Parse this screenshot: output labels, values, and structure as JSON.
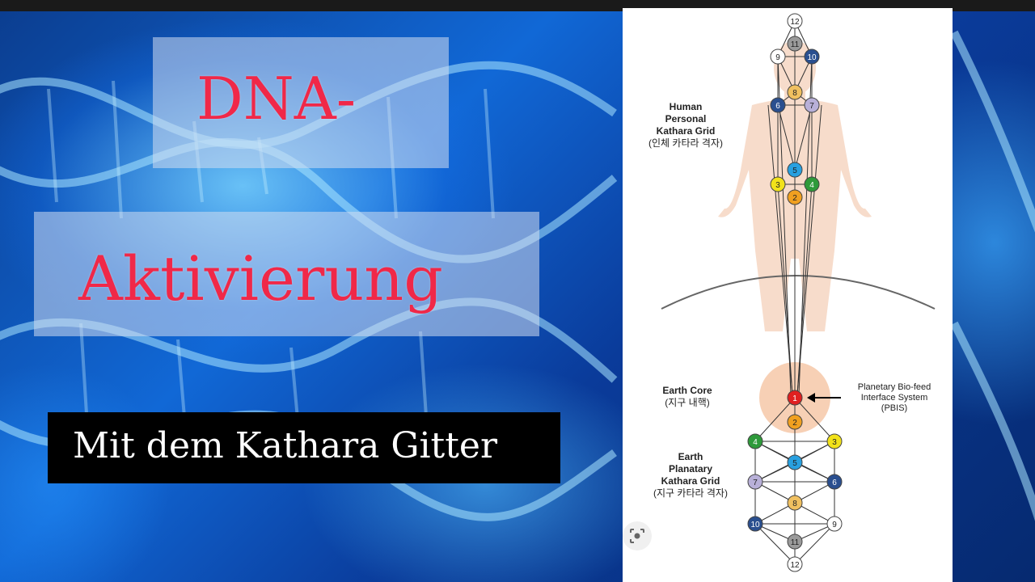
{
  "title": {
    "line1": "DNA-",
    "line2": "Aktivierung",
    "subtitle": "Mit  dem Kathara Gitter"
  },
  "diagram": {
    "human_grid_label": [
      "Human",
      "Personal",
      "Kathara Grid"
    ],
    "human_grid_label_ko": "(인체 카타라 격자)",
    "earth_core_label": "Earth Core",
    "earth_core_label_ko": "(지구 내핵)",
    "pbis_label": [
      "Planetary Bio-feed",
      "Interface System",
      "(PBIS)"
    ],
    "earth_grid_label": [
      "Earth",
      "Planatary",
      "Kathara Grid"
    ],
    "earth_grid_label_ko": "(지구 카타라 격자)",
    "human_nodes": [
      "12",
      "11",
      "9",
      "10",
      "8",
      "6",
      "7",
      "5",
      "3",
      "4",
      "2"
    ],
    "earth_nodes": [
      "1",
      "2",
      "4",
      "3",
      "5",
      "7",
      "6",
      "8",
      "10",
      "9",
      "11",
      "12"
    ]
  },
  "colors": {
    "title_red": "#f02848",
    "node_yellow": "#f2e21a",
    "node_green": "#2e9a3a",
    "node_orange": "#f0a020",
    "node_blue": "#28a0e0",
    "node_navy": "#2a4f8f",
    "node_lavender": "#b8b0d8",
    "node_gray": "#9a9a9a",
    "node_red": "#e02020"
  },
  "icons": [
    "visual-search-lens-icon"
  ]
}
